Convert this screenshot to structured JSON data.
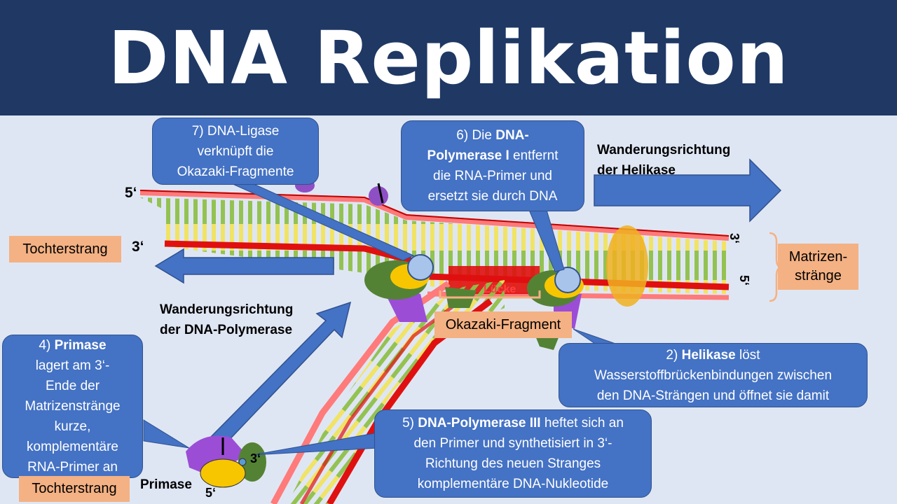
{
  "title": "DNA Replikation",
  "colors": {
    "header": "#1f3864",
    "background": "#dfe6f3",
    "callout": "#4472c4",
    "tag": "#f4b183",
    "strand_outer": "#ff6b6b",
    "strand_red": "#e01010",
    "base_yellow": "#f2e35c",
    "base_green": "#8fc04a"
  },
  "callouts": {
    "ligase": {
      "prefix": "7) DNA-Ligase",
      "rest1": "verknüpft die",
      "rest2": "Okazaki-Fragmente"
    },
    "pol1": {
      "prefix": "6) Die ",
      "bold": "DNA-",
      "bold2": "Polymerase I",
      "rest1": " entfernt",
      "rest2": "die RNA-Primer und",
      "rest3": "ersetzt sie durch DNA"
    },
    "primase": {
      "prefix": "4) ",
      "bold": "Primase",
      "l2": "lagert am 3‘-",
      "l3": "Ende der",
      "l4": "Matrizenstränge",
      "l5": "kurze,",
      "l6": "komplementäre",
      "l7": "RNA-Primer an"
    },
    "helikase": {
      "prefix": "2) ",
      "bold": "Helikase",
      "rest": " löst",
      "l2": "Wasserstoffbrückenbindungen zwischen",
      "l3": "den DNA-Strängen und öffnet sie damit"
    },
    "pol3": {
      "prefix": "5) ",
      "bold": "DNA-Polymerase III",
      "rest": " heftet sich an",
      "l2": "den Primer und synthetisiert in 3‘-",
      "l3": "Richtung des neuen Stranges",
      "l4": "komplementäre DNA-Nukleotide"
    }
  },
  "labels": {
    "wander_helikase_1": "Wanderungsrichtung",
    "wander_helikase_2": "der Helikase",
    "wander_pol_1": "Wanderungsrichtung",
    "wander_pol_2": "der DNA-Polymerase",
    "primase": "Primase",
    "tochter_top": "Tochterstrang",
    "tochter_bottom": "Tochterstrang",
    "matrizen_1": "Matrizen-",
    "matrizen_2": "stränge",
    "okazaki": "Okazaki-Fragment",
    "luecke": "Lücke",
    "five_prime_top": "5‘",
    "three_prime_left": "3‘",
    "three_prime_right": "3‘",
    "five_prime_right": "5‘",
    "three_prime_bottom": "3‘",
    "five_prime_bottom": "5‘"
  }
}
